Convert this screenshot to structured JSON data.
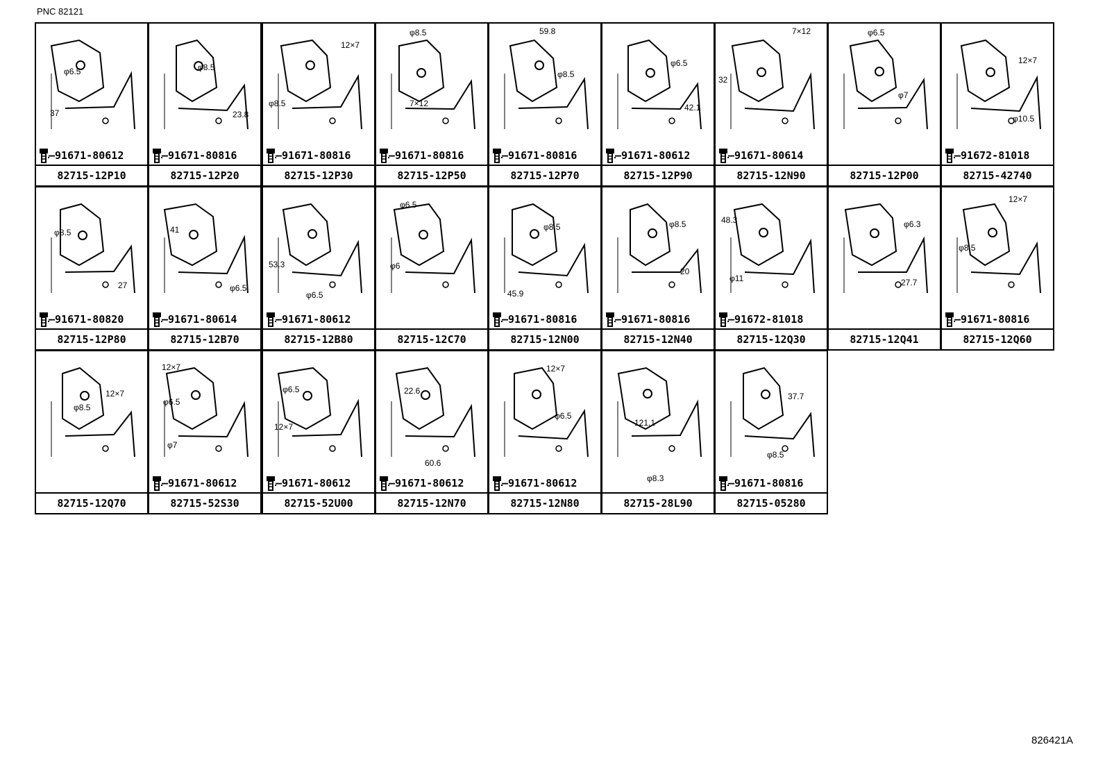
{
  "header": {
    "pnc": "PNC 82121"
  },
  "footer": {
    "code": "826421A"
  },
  "parts": [
    {
      "part": "82715-12P10",
      "bolt": "91671-80612",
      "dims": [
        "φ6.5",
        "37"
      ]
    },
    {
      "part": "82715-12P20",
      "bolt": "91671-80816",
      "dims": [
        "φ8.5",
        "23.8"
      ]
    },
    {
      "part": "82715-12P30",
      "bolt": "91671-80816",
      "dims": [
        "12×7",
        "φ8.5"
      ]
    },
    {
      "part": "82715-12P50",
      "bolt": "91671-80816",
      "dims": [
        "φ8.5",
        "7×12"
      ]
    },
    {
      "part": "82715-12P70",
      "bolt": "91671-80816",
      "dims": [
        "59.8",
        "φ8.5"
      ]
    },
    {
      "part": "82715-12P90",
      "bolt": "91671-80612",
      "dims": [
        "φ6.5",
        "42.1"
      ]
    },
    {
      "part": "82715-12N90",
      "bolt": "91671-80614",
      "dims": [
        "7×12",
        "32"
      ]
    },
    {
      "part": "82715-12P00",
      "bolt": "",
      "dims": [
        "φ6.5",
        "φ7"
      ]
    },
    {
      "part": "82715-42740",
      "bolt": "91672-81018",
      "dims": [
        "12×7",
        "φ10.5"
      ]
    },
    {
      "part": "82715-12P80",
      "bolt": "91671-80820",
      "dims": [
        "φ8.5",
        "27"
      ]
    },
    {
      "part": "82715-12B70",
      "bolt": "91671-80614",
      "dims": [
        "41",
        "φ6.5"
      ]
    },
    {
      "part": "82715-12B80",
      "bolt": "91671-80612",
      "dims": [
        "53.3",
        "φ6.5"
      ]
    },
    {
      "part": "82715-12C70",
      "bolt": "",
      "dims": [
        "φ6.5",
        "φ6"
      ]
    },
    {
      "part": "82715-12N00",
      "bolt": "91671-80816",
      "dims": [
        "φ8.5",
        "45.9"
      ]
    },
    {
      "part": "82715-12N40",
      "bolt": "91671-80816",
      "dims": [
        "φ8.5",
        "20"
      ]
    },
    {
      "part": "82715-12Q30",
      "bolt": "91672-81018",
      "dims": [
        "48.3",
        "φ11"
      ]
    },
    {
      "part": "82715-12Q41",
      "bolt": "",
      "dims": [
        "φ6.3",
        "27.7"
      ]
    },
    {
      "part": "82715-12Q60",
      "bolt": "91671-80816",
      "dims": [
        "12×7",
        "φ8.5"
      ]
    },
    {
      "part": "82715-12Q70",
      "bolt": "",
      "dims": [
        "φ8.5",
        "12×7"
      ]
    },
    {
      "part": "82715-52S30",
      "bolt": "91671-80612",
      "dims": [
        "12×7",
        "φ6.5",
        "φ7"
      ]
    },
    {
      "part": "82715-52U00",
      "bolt": "91671-80612",
      "dims": [
        "φ6.5",
        "12×7"
      ]
    },
    {
      "part": "82715-12N70",
      "bolt": "91671-80612",
      "dims": [
        "22.6",
        "60.6"
      ]
    },
    {
      "part": "82715-12N80",
      "bolt": "91671-80612",
      "dims": [
        "12×7",
        "φ6.5"
      ]
    },
    {
      "part": "82715-28L90",
      "bolt": "",
      "dims": [
        "121.1",
        "φ8.3"
      ]
    },
    {
      "part": "82715-05280",
      "bolt": "91671-80816",
      "dims": [
        "37.7",
        "φ8.5"
      ]
    }
  ]
}
